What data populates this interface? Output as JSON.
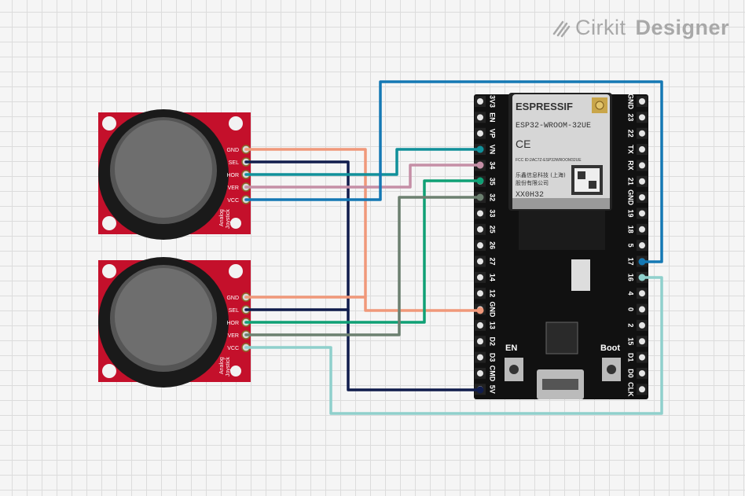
{
  "brand": {
    "name_1": "Cirkit",
    "name_2": "Designer",
    "icon": "cirkit-logo-icon"
  },
  "joystick_pins": [
    "GND",
    "SEL",
    "HOR",
    "VER",
    "VCC"
  ],
  "joystick_label_line1": "Analog",
  "joystick_label_line2": "Joystick",
  "esp32": {
    "left_pins": [
      "3V3",
      "EN",
      "VP",
      "VN",
      "34",
      "35",
      "32",
      "33",
      "25",
      "26",
      "27",
      "14",
      "12",
      "GND",
      "13",
      "D2",
      "D3",
      "CMD",
      "5V"
    ],
    "right_pins": [
      "GND",
      "23",
      "22",
      "TX",
      "RX",
      "21",
      "GND",
      "19",
      "18",
      "5",
      "17",
      "16",
      "4",
      "0",
      "2",
      "15",
      "D1",
      "D0",
      "CLK"
    ],
    "module_brand": "ESPRESSIF",
    "module_name": "ESP32-WROOM-32UE",
    "ce": "CE",
    "fcc": "FCC ID:2AC7Z-ESP32WROOM32UE",
    "cn_line1": "乐鑫信息科技 (上海)",
    "cn_line2": "股份有限公司",
    "code": "XX0H32",
    "btn_en": "EN",
    "btn_boot": "Boot"
  },
  "colors": {
    "board_red": "#c4102b",
    "board_black": "#111111",
    "wire_salmon": "#f0987a",
    "wire_navy": "#101c4c",
    "wire_teal": "#10909a",
    "wire_pink": "#c58fa6",
    "wire_blue": "#1478b4",
    "wire_green": "#0fa075",
    "wire_grey": "#6c8070",
    "wire_lightteal": "#8fd0cc"
  }
}
